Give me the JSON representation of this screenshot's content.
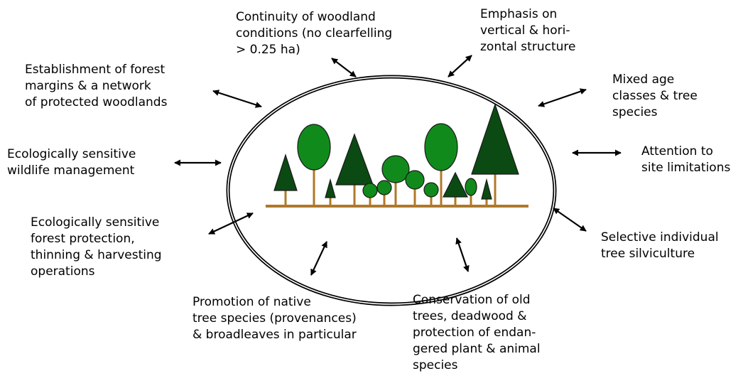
{
  "labels": {
    "continuity": "Continuity of woodland\nconditions (no clearfelling\n> 0.25 ha)",
    "emphasis": "Emphasis on\nvertical & hori-\nzontal structure",
    "margins": "Establishment of forest\nmargins & a network\nof protected woodlands",
    "mixed_age": "Mixed age\nclasses & tree\nspecies",
    "wildlife": "Ecologically sensitive\nwildlife management",
    "site": "Attention to\nsite limitations",
    "protection": "Ecologically sensitive\nforest protection,\nthinning & harvesting\noperations",
    "selective": "Selective individual\ntree silviculture",
    "native": "Promotion of native\ntree species (provenances)\n& broadleaves in particular",
    "conservation": "Conservation of old\ntrees, deadwood &\nprotection of endan-\ngered plant & animal\nspecies"
  },
  "colors": {
    "conifer": "#0b4a12",
    "broadleaf": "#118a1c",
    "trunk": "#b0782a",
    "outline": "#1a1a1a",
    "arrow": "#000000"
  }
}
